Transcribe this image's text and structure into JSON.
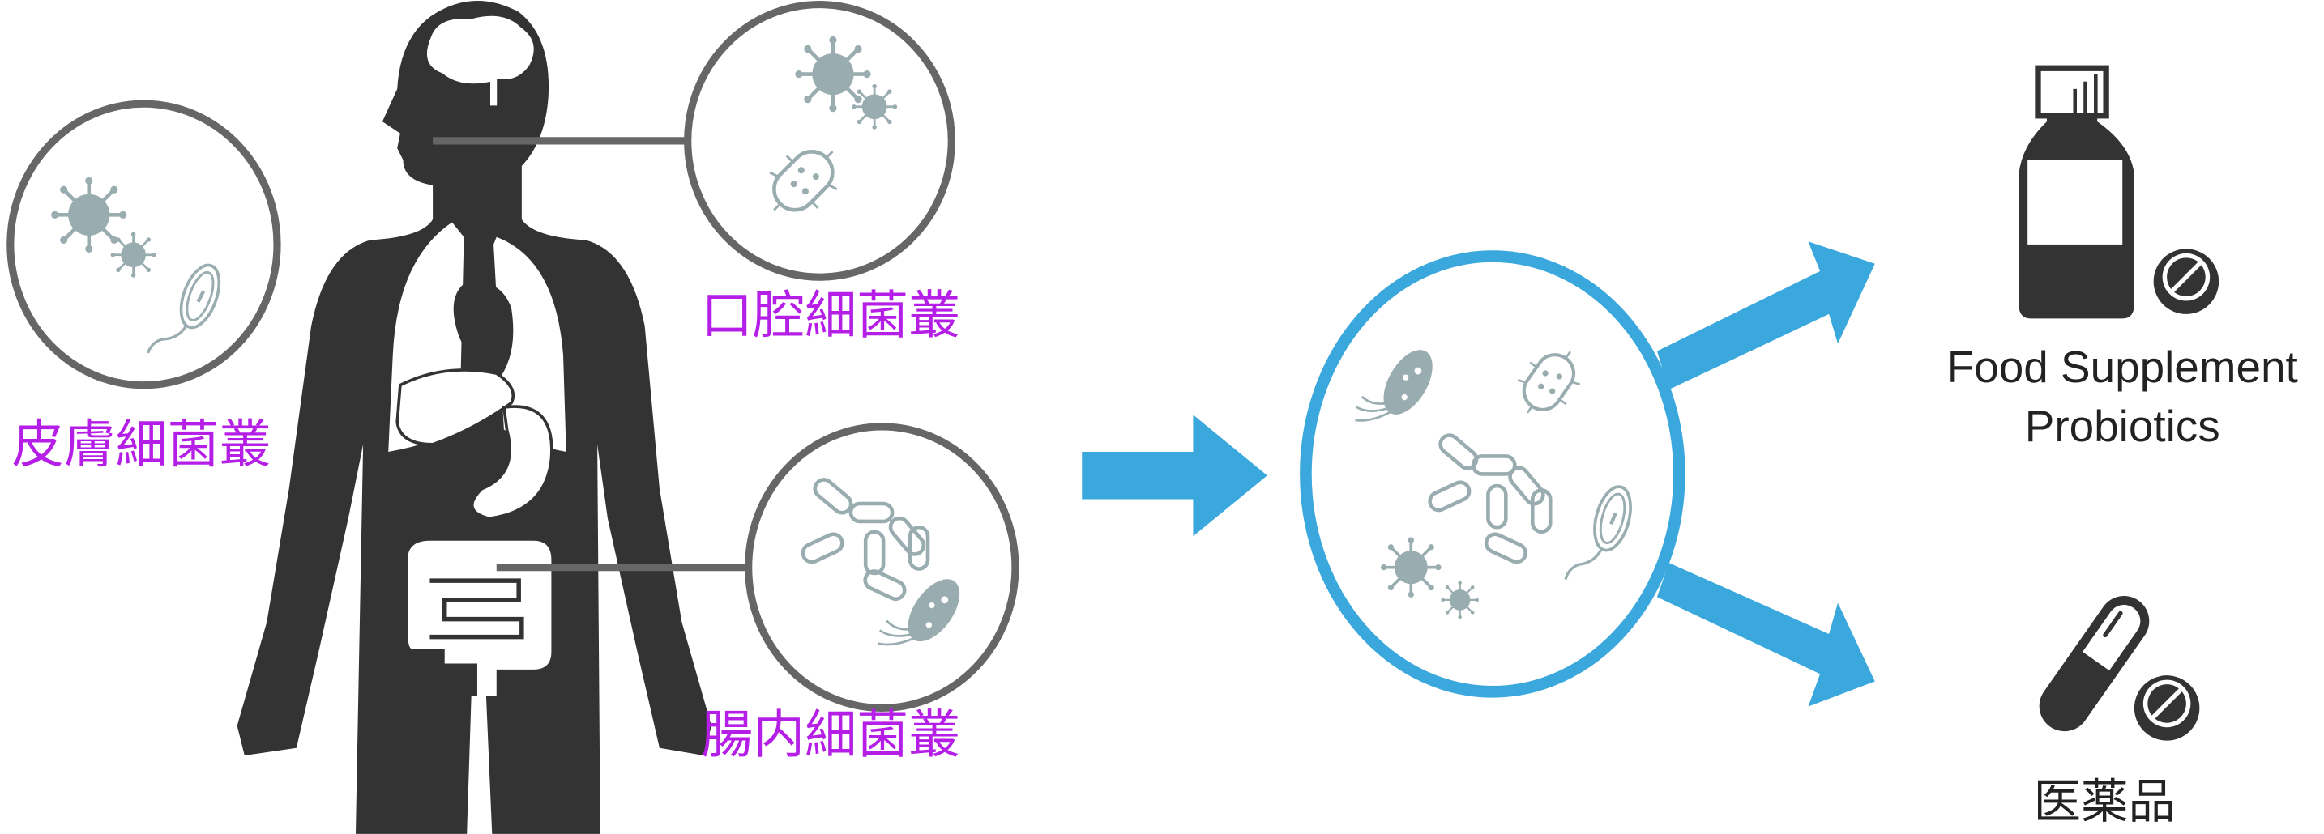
{
  "labels": {
    "skin": "皮膚細菌叢",
    "oral": "口腔細菌叢",
    "gut": "腸内細菌叢",
    "food_supplement": "Food Supplement",
    "probiotics": "Probiotics",
    "medicine": "医薬品"
  },
  "colors": {
    "body": "#333333",
    "circle": "#666666",
    "microbe": "#99acb0",
    "label": "#b41ee6",
    "accent": "#3aa8dc",
    "text": "#222222"
  }
}
